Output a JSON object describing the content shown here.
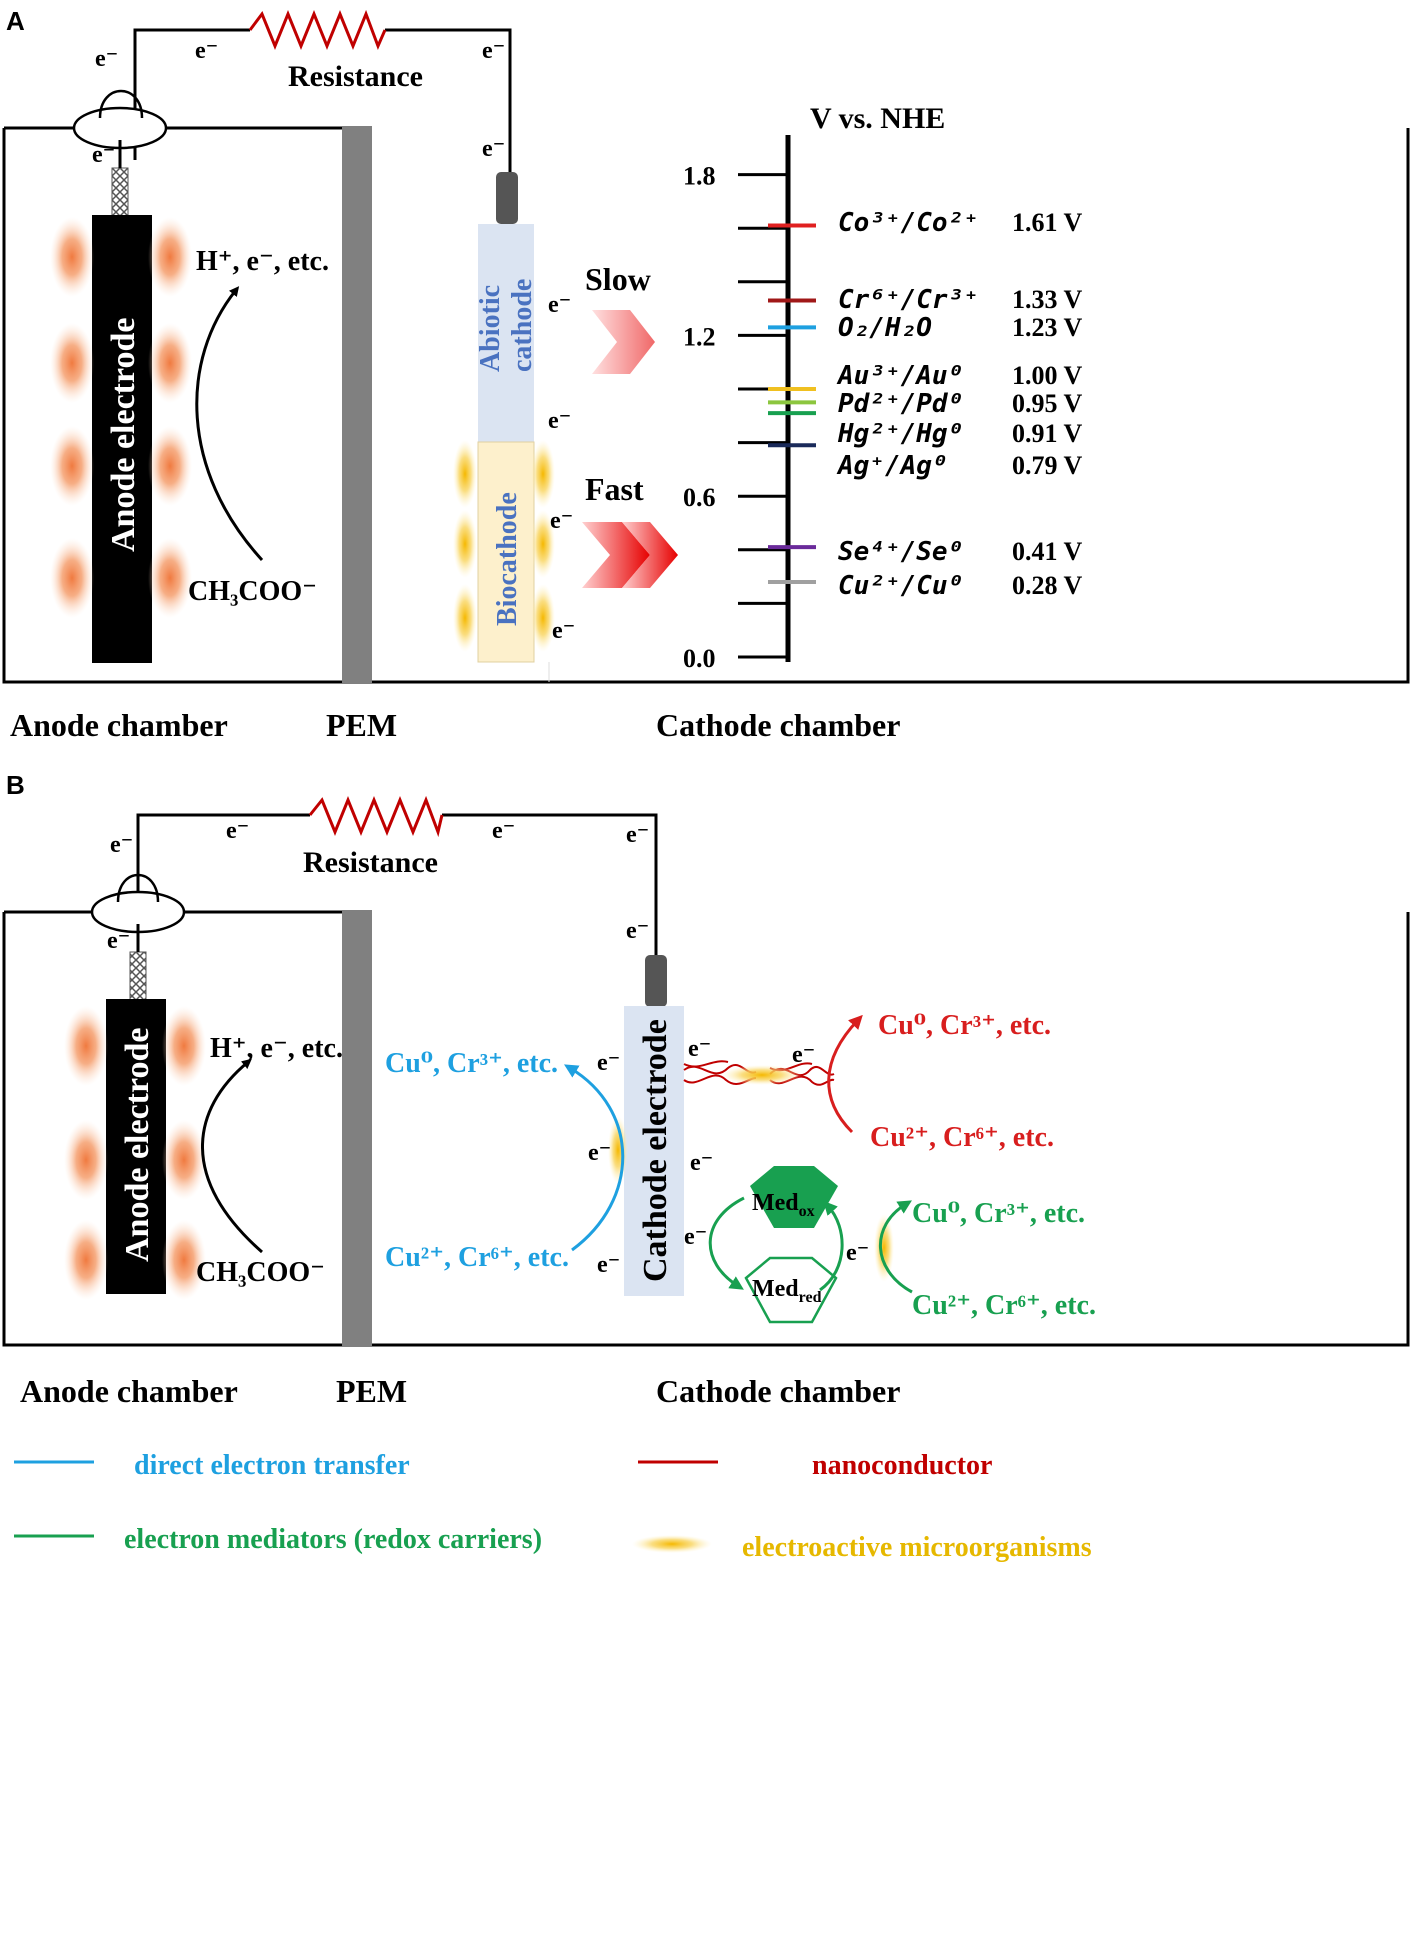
{
  "panel_a": {
    "letter": "A",
    "resistance": "Resistance",
    "anode_electrode": "Anode electrode",
    "h_products": "H⁺, e⁻, etc.",
    "acetate": "CH₃COO⁻",
    "abiotic_cathode_1": "Abiotic",
    "abiotic_cathode_2": "cathode",
    "biocathode": "Biocathode",
    "slow": "Slow",
    "fast": "Fast",
    "anode_chamber": "Anode chamber",
    "pem": "PEM",
    "cathode_chamber": "Cathode chamber",
    "electron": "e⁻",
    "scale": {
      "title": "V vs. NHE",
      "ticks": [
        "1.8",
        "1.2",
        "0.6",
        "0.0"
      ],
      "couples": [
        {
          "label": "Co³⁺/Co²⁺",
          "value": "1.61 V",
          "color": "#e02020"
        },
        {
          "label": "Cr⁶⁺/Cr³⁺",
          "value": "1.33 V",
          "color": "#a01818"
        },
        {
          "label": "O₂/H₂O",
          "value": "1.23 V",
          "color": "#1ea0e0"
        },
        {
          "label": "Au³⁺/Au⁰",
          "value": "1.00 V",
          "color": "#f0c020"
        },
        {
          "label": "Pd²⁺/Pd⁰",
          "value": "0.95 V",
          "color": "#8cc63f"
        },
        {
          "label": "Hg²⁺/Hg⁰",
          "value": "0.91 V",
          "color": "#18a050"
        },
        {
          "label": "Ag⁺/Ag⁰",
          "value": "0.79 V",
          "color": "#1a2a5a"
        },
        {
          "label": "Se⁴⁺/Se⁰",
          "value": "0.41 V",
          "color": "#6a2a9a"
        },
        {
          "label": "Cu²⁺/Cu⁰",
          "value": "0.28 V",
          "color": "#a0a0a0"
        }
      ]
    }
  },
  "panel_b": {
    "letter": "B",
    "resistance": "Resistance",
    "anode_electrode": "Anode electrode",
    "h_products": "H⁺, e⁻, etc.",
    "acetate": "CH₃COO⁻",
    "cathode_electrode": "Cathode electrode",
    "direct_top": "Cu⁰, Cr³⁺, etc.",
    "direct_bottom": "Cu²⁺, Cr⁶⁺, etc.",
    "nano_top": "Cu⁰, Cr³⁺, etc.",
    "nano_bottom": "Cu²⁺, Cr⁶⁺, etc.",
    "med_top": "Cu⁰, Cr³⁺, etc.",
    "med_bottom": "Cu²⁺, Cr⁶⁺, etc.",
    "med_ox": "Med",
    "med_ox_sub": "ox",
    "med_red": "Med",
    "med_red_sub": "red",
    "anode_chamber": "Anode chamber",
    "pem": "PEM",
    "cathode_chamber": "Cathode chamber",
    "electron": "e⁻"
  },
  "legend": [
    {
      "label": "direct electron transfer",
      "color": "#1ea0e0"
    },
    {
      "label": "nanoconductor",
      "color": "#c00000"
    },
    {
      "label": "electron mediators (redox carriers)",
      "color": "#18a050"
    },
    {
      "label": "electroactive microorganisms",
      "color": "#f0c020"
    }
  ],
  "colors": {
    "blue": "#1ea0e0",
    "red": "#d81e1e",
    "green": "#18a050",
    "orange_cell": "#f5a070",
    "yellow_cell": "#f5c842",
    "electrode_black": "#000000",
    "pem_grey": "#808080"
  }
}
